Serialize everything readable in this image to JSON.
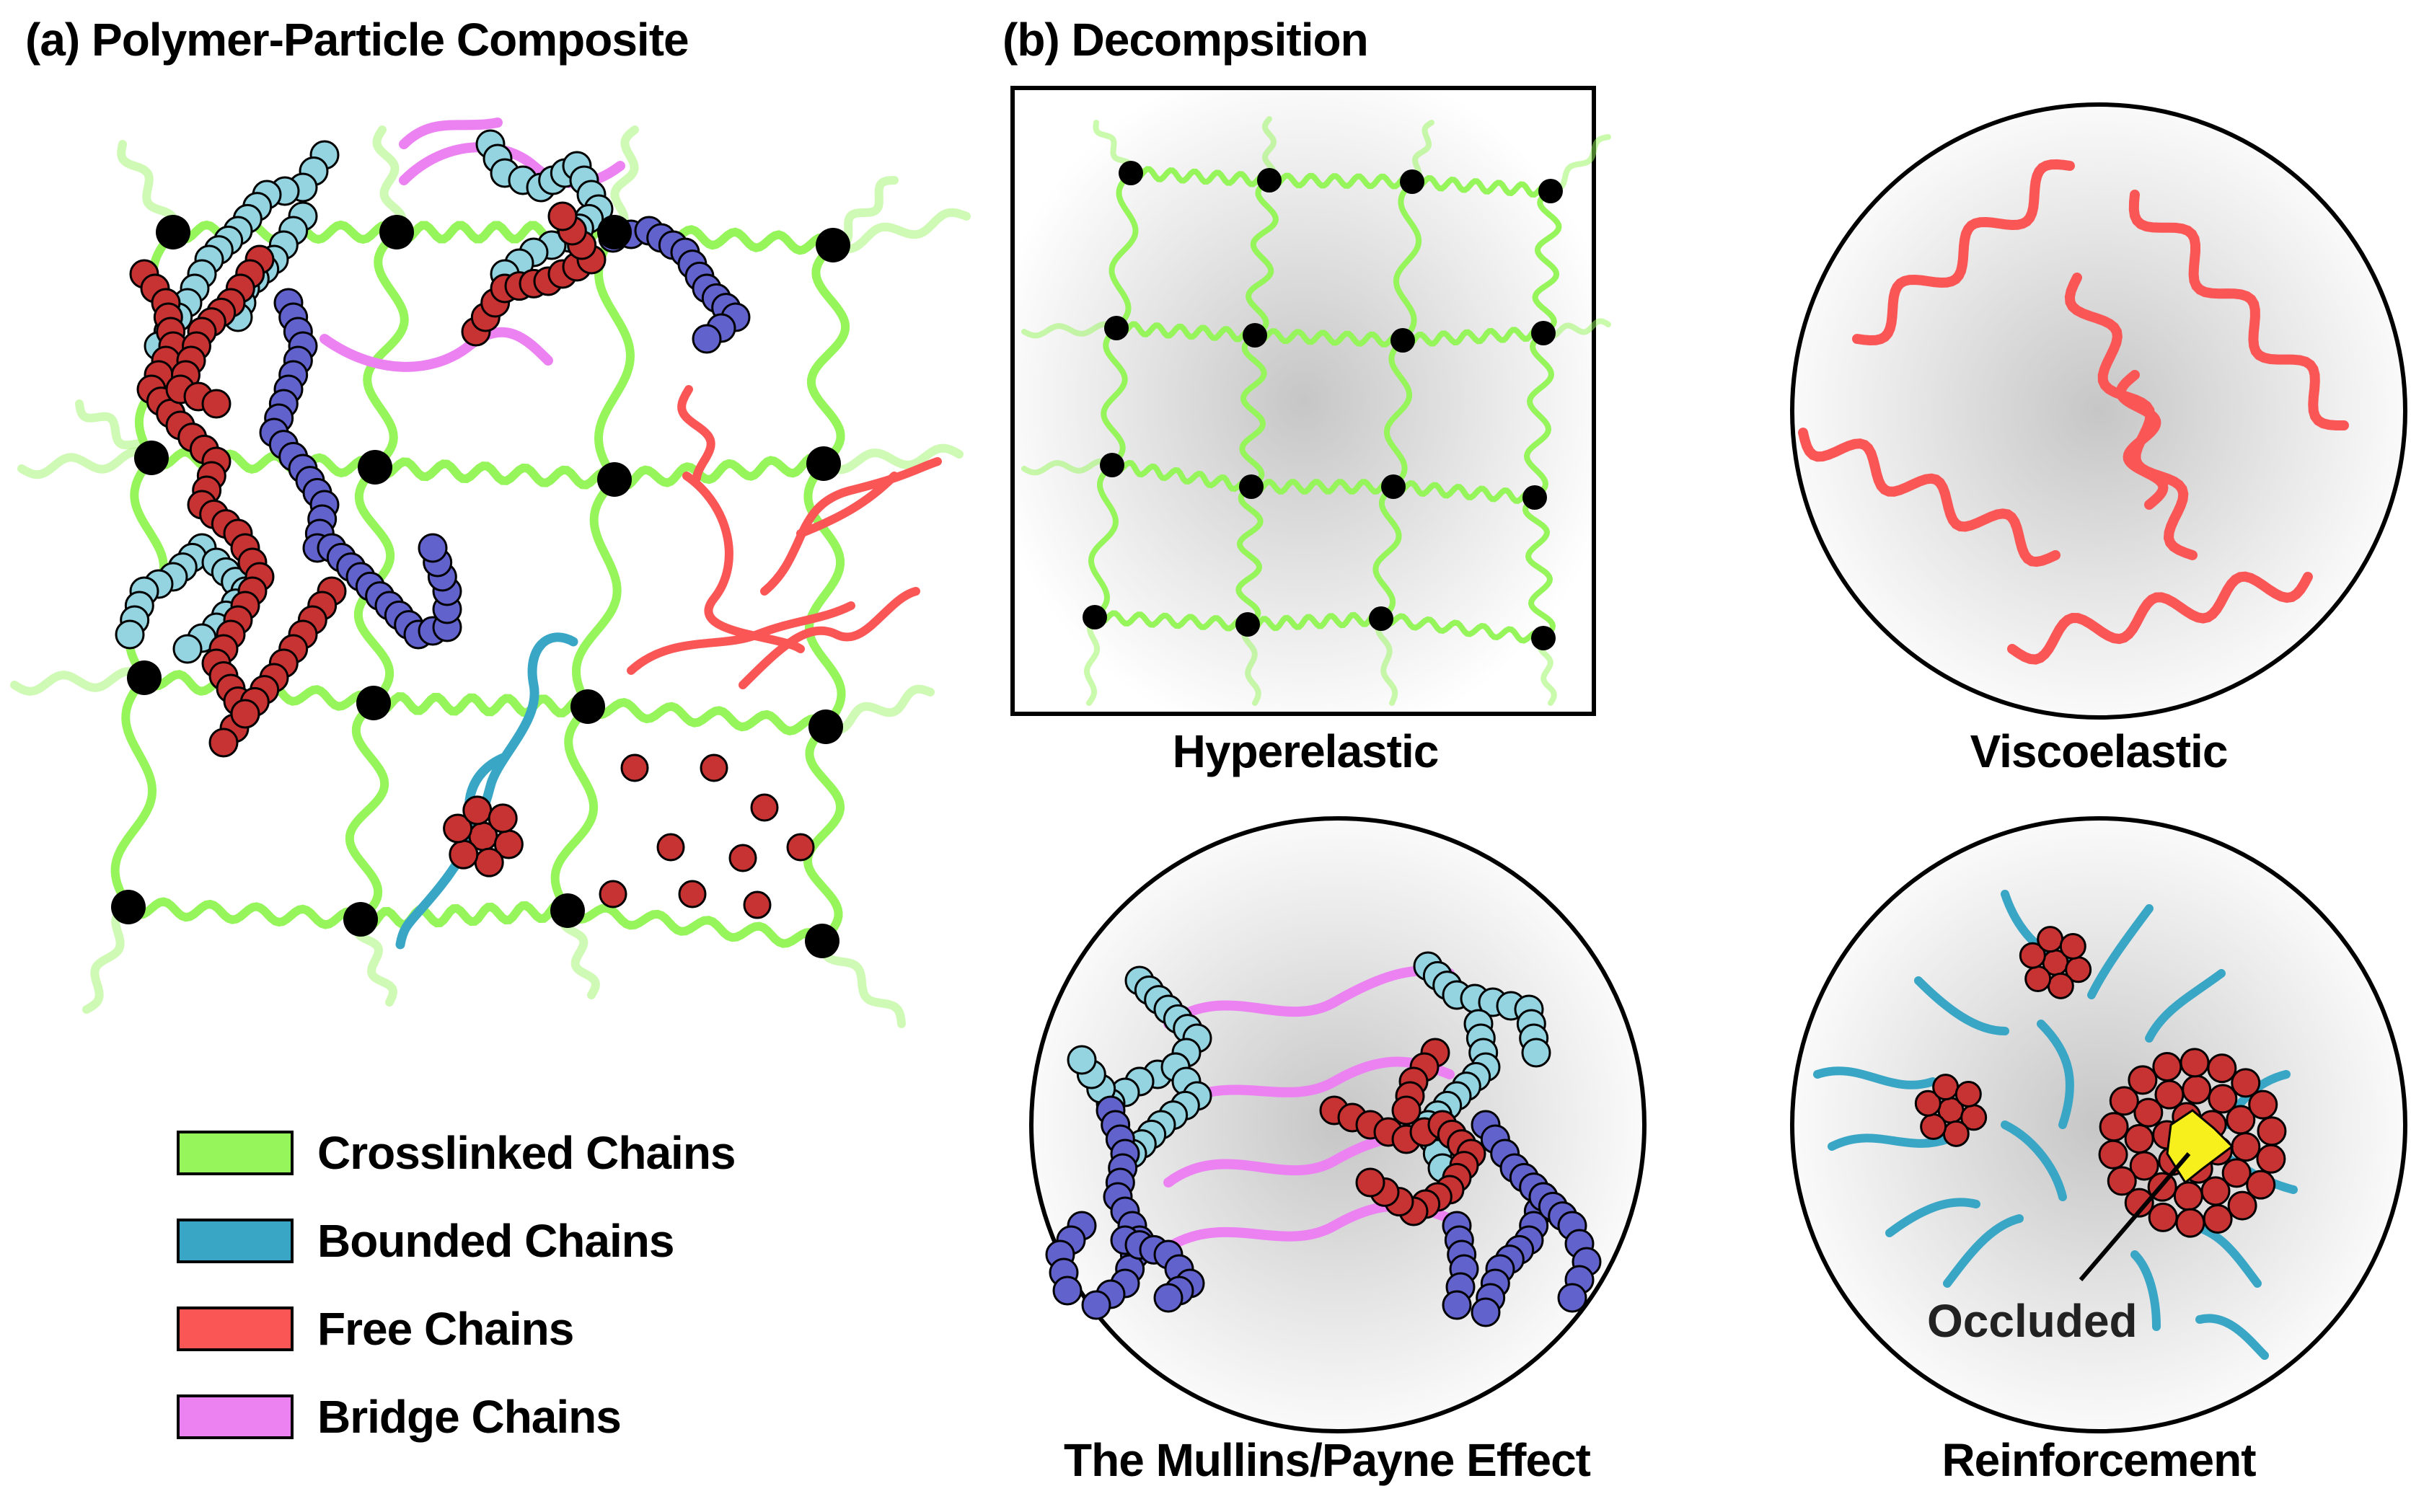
{
  "panel_a": {
    "title": "(a) Polymer-Particle Composite"
  },
  "panel_b": {
    "title": "(b) Decompsition"
  },
  "captions": {
    "hyperelastic": "Hyperelastic",
    "viscoelastic": "Viscoelastic",
    "mullins": "The Mullins/Payne Effect",
    "reinforcement": "Reinforcement"
  },
  "occluded_label": "Occluded",
  "legend": [
    {
      "label": "Crosslinked Chains",
      "color": "#95f55a"
    },
    {
      "label": "Bounded Chains",
      "color": "#3aa6c6"
    },
    {
      "label": "Free Chains",
      "color": "#fa5656"
    },
    {
      "label": "Bridge Chains",
      "color": "#ec82f2"
    }
  ],
  "colors": {
    "crosslinked": "#95f55a",
    "bounded": "#3aa6c6",
    "free": "#fa5656",
    "bridge": "#ec82f2",
    "particle_red": "#c73232",
    "particle_blue": "#6262cc",
    "particle_light": "#94d3e0",
    "crosslink_node": "#000000",
    "occluded_core": "#f7f01c"
  }
}
